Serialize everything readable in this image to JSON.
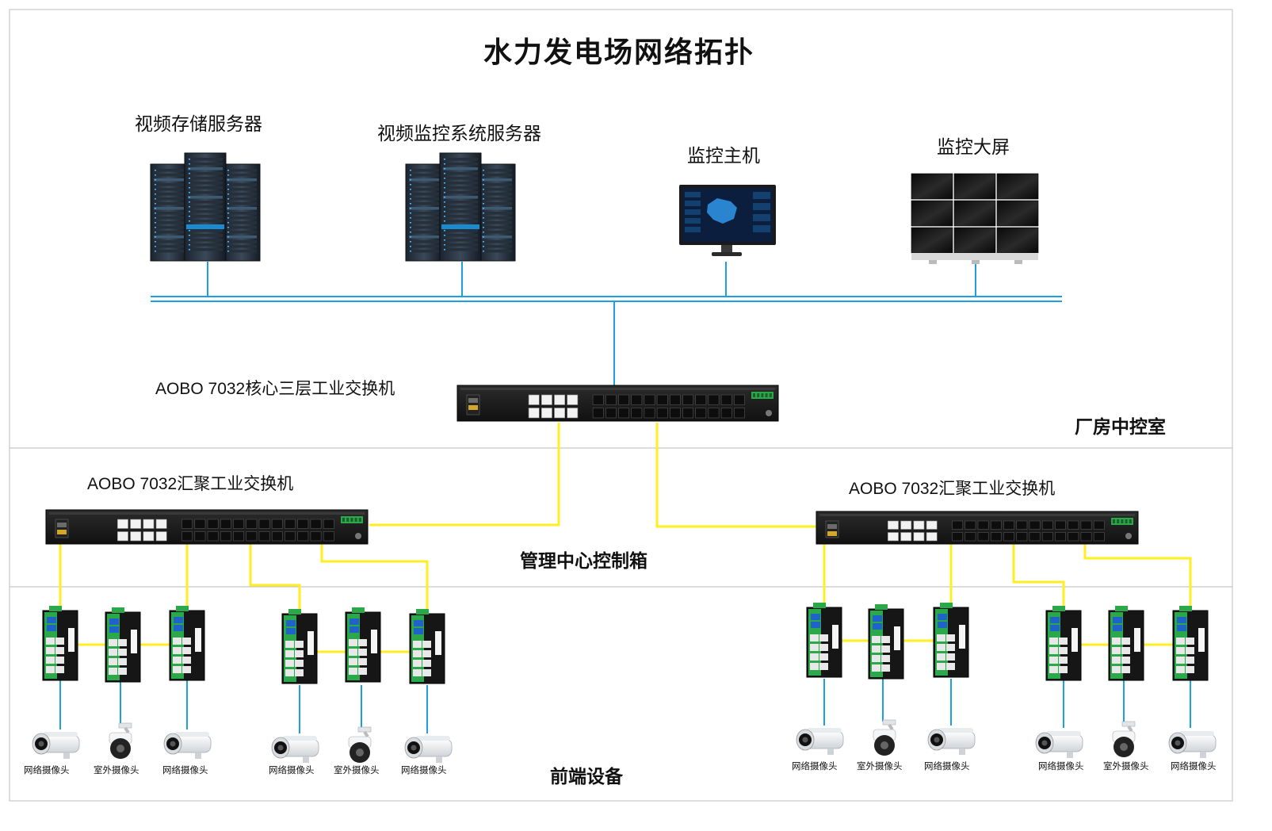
{
  "title": "水力发电场网络拓扑",
  "devices": {
    "video_storage_server": "视频存储服务器",
    "video_monitor_server": "视频监控系统服务器",
    "monitor_host": "监控主机",
    "monitor_wall": "监控大屏",
    "core_switch": "AOBO 7032核心三层工业交换机",
    "agg_switch_left": "AOBO 7032汇聚工业交换机",
    "agg_switch_right": "AOBO 7032汇聚工业交换机"
  },
  "zones": {
    "control_room": "厂房中控室",
    "management_box": "管理中心控制箱",
    "front_end": "前端设备"
  },
  "cameras": {
    "network": "网络摄像头",
    "outdoor": "室外摄像头"
  },
  "colors": {
    "backbone": "#1ba1e2",
    "fiber": "#ffee22",
    "frame": "#c8c8c8",
    "switch_green": "#2aa84a"
  }
}
